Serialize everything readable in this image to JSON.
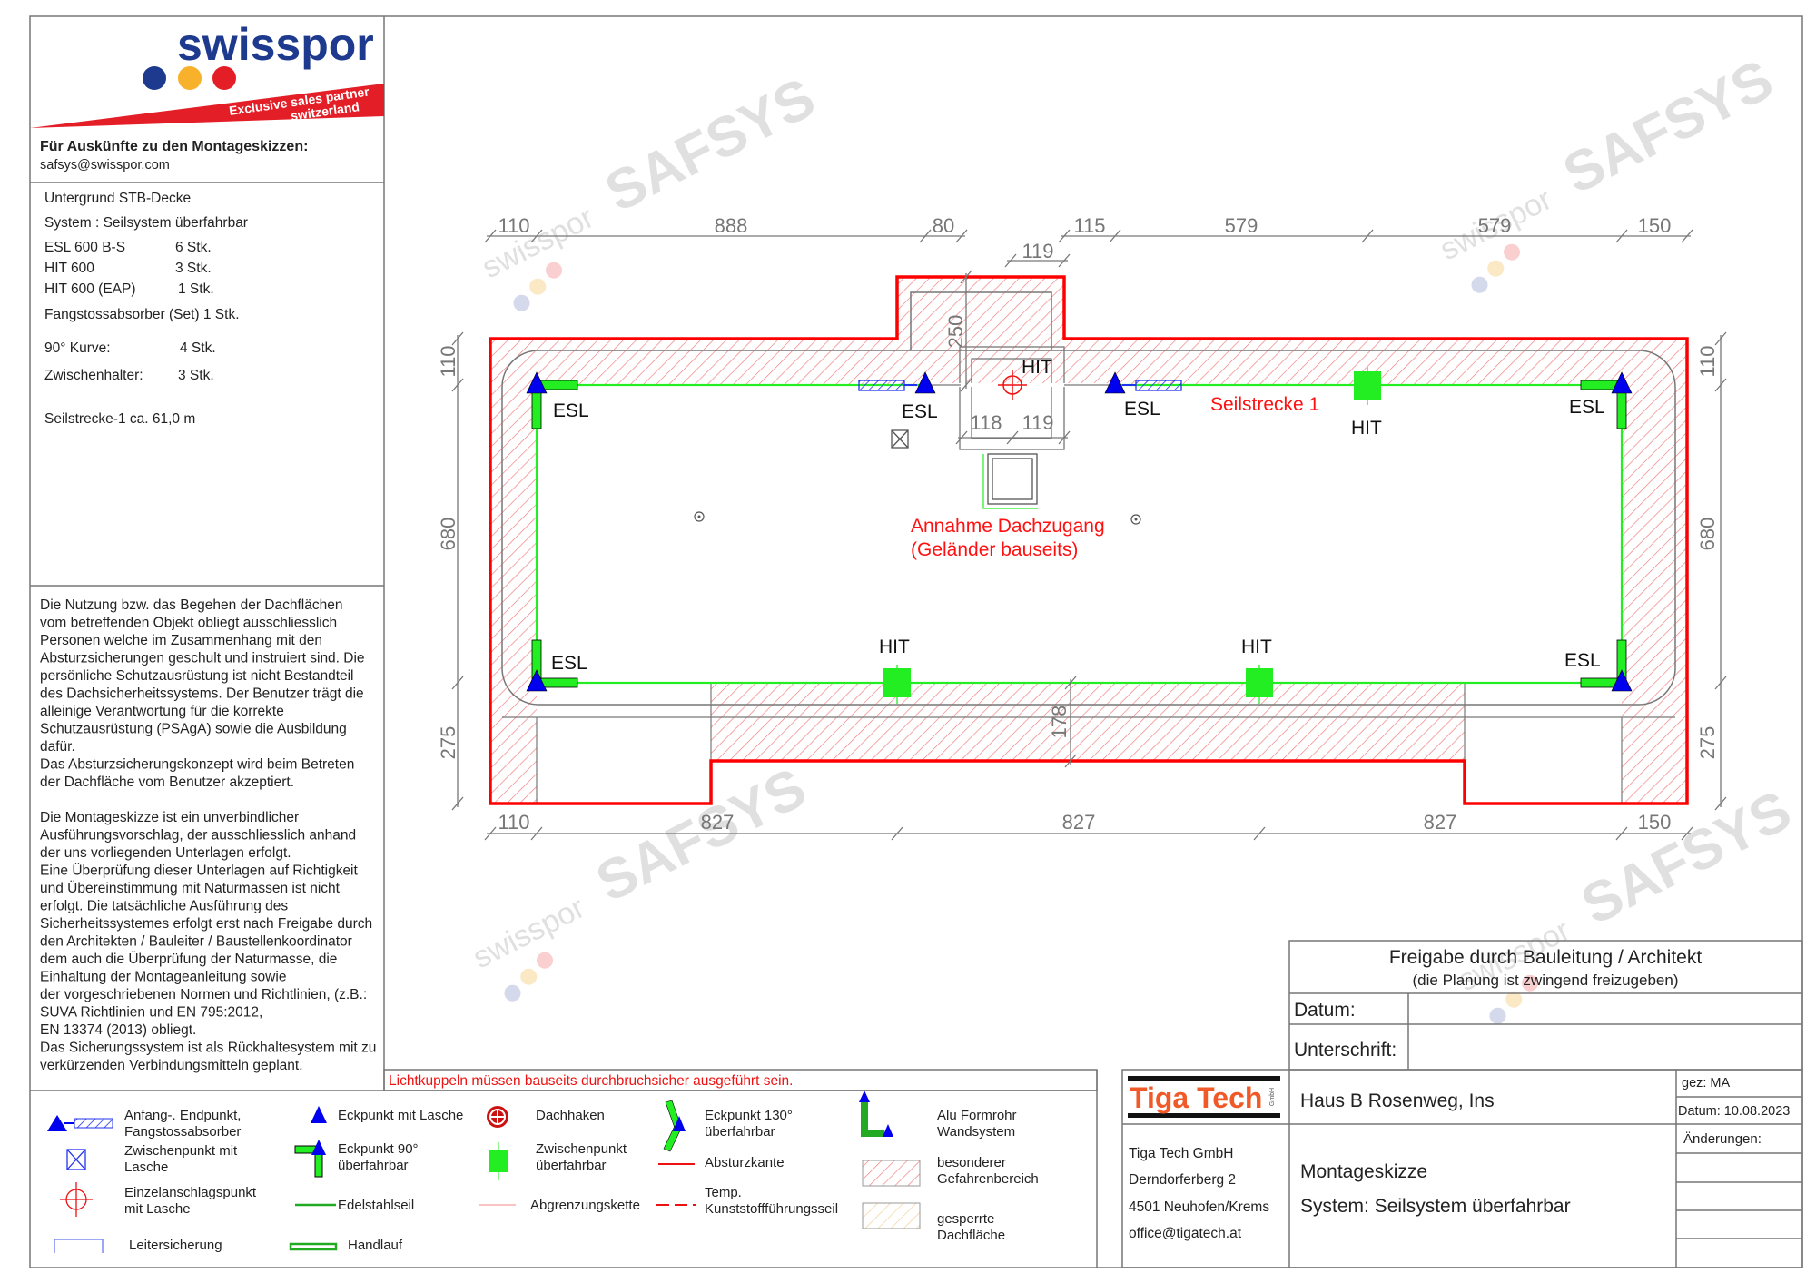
{
  "logo": {
    "brand": "swisspor",
    "tagline_1": "Exclusive sales partner",
    "tagline_2": "switzerland",
    "colors": {
      "blue": "#1d3a8f",
      "yellow": "#f7b12a",
      "red": "#e41e26"
    }
  },
  "contact": {
    "heading": "Für Auskünfte zu den Montageskizzen:",
    "email": "safsys@swisspor.com"
  },
  "info": {
    "substrate": "Untergrund STB-Decke",
    "system": "System : Seilsystem überfahrbar",
    "items": [
      {
        "name": "ESL 600 B-S",
        "qty": "6 Stk."
      },
      {
        "name": "HIT 600",
        "qty": "3 Stk."
      },
      {
        "name": "HIT 600 (EAP)",
        "qty": "1 Stk."
      }
    ],
    "absorber": "Fangstossabsorber (Set)  1 Stk.",
    "curve": {
      "name": "90° Kurve:",
      "qty": "4 Stk."
    },
    "holder": {
      "name": "Zwischenhalter:",
      "qty": "3 Stk."
    },
    "rope_length": "Seilstrecke-1 ca.  61,0 m"
  },
  "disclaimer": [
    "Die Nutzung bzw. das Begehen der Dachflächen",
    "vom betreffenden Objekt obliegt ausschliesslich",
    "Personen welche im Zusammenhang mit den",
    "Absturzsicherungen geschult und instruiert sind. Die",
    "persönliche Schutzausrüstung ist nicht Bestandteil",
    "des Dachsicherheitssystems. Der Benutzer trägt die",
    "alleinige Verantwortung für die korrekte",
    "Schutzausrüstung (PSAgA) sowie die Ausbildung",
    "dafür.",
    "Das Absturzsicherungskonzept wird beim Betreten",
    "der Dachfläche vom Benutzer akzeptiert.",
    "",
    "Die Montageskizze ist ein unverbindlicher",
    "Ausführungsvorschlag, der ausschliesslich anhand",
    "der uns vorliegenden Unterlagen erfolgt.",
    "Eine Überprüfung dieser Unterlagen auf Richtigkeit",
    "und Übereinstimmung mit Naturmassen ist nicht",
    "erfolgt. Die tatsächliche Ausführung des",
    "Sicherheitssystemes erfolgt erst nach Freigabe durch",
    "den Architekten / Bauleiter / Baustellenkoordinator",
    "dem auch die Überprüfung der Naturmasse, die",
    "Einhaltung der Montageanleitung sowie",
    "der vorgeschriebenen Normen und Richtlinien, (z.B.:",
    "SUVA Richtlinien und EN 795:2012,",
    "EN 13374 (2013) obliegt.",
    "Das Sicherungssystem ist als Rückhaltesystem mit zu",
    "verkürzenden Verbindungsmitteln geplant."
  ],
  "note_red": "Lichtkuppeln müssen bauseits durchbruchsicher ausgeführt sein.",
  "watermark": {
    "brand": "swisspor",
    "product": "SAFSYS"
  },
  "drawing": {
    "dims_top": [
      "110",
      "888",
      "80",
      "115",
      "579",
      "579",
      "150"
    ],
    "dim_hatch_top": "119",
    "dims_bottom": [
      "110",
      "827",
      "827",
      "827",
      "150"
    ],
    "dims_left": [
      "110",
      "680",
      "275"
    ],
    "dims_right": [
      "110",
      "680",
      "275"
    ],
    "dim_250": "250",
    "dim_118": "118",
    "dim_119b": "119",
    "dim_178": "178",
    "esl_label": "ESL",
    "hit_label": "HIT",
    "rope_label": "Seilstrecke 1",
    "access_1": "Annahme Dachzugang",
    "access_2": "(Geländer bauseits)",
    "colors": {
      "edge": "#ff0000",
      "rope": "#22ee22",
      "anchor": "#0000ee",
      "hatch": "#f08080"
    }
  },
  "legend": [
    {
      "lines": [
        "Anfang-. Endpunkt,",
        "Fangstossabsorber"
      ]
    },
    {
      "lines": [
        "Zwischenpunkt mit",
        "Lasche"
      ]
    },
    {
      "lines": [
        "Einzelanschlagspunkt",
        "mit Lasche"
      ]
    },
    {
      "lines": [
        "Leitersicherung"
      ]
    },
    {
      "lines": [
        "Eckpunkt mit Lasche"
      ]
    },
    {
      "lines": [
        "Eckpunkt 90°",
        "überfahrbar"
      ]
    },
    {
      "lines": [
        "Edelstahlseil"
      ]
    },
    {
      "lines": [
        "Handlauf"
      ]
    },
    {
      "lines": [
        "Dachhaken"
      ]
    },
    {
      "lines": [
        "Zwischenpunkt",
        "überfahrbar"
      ]
    },
    {
      "lines": [
        "Abgrenzungskette"
      ]
    },
    {
      "lines": [
        "Eckpunkt 130°",
        "überfahrbar"
      ]
    },
    {
      "lines": [
        "Absturzkante"
      ]
    },
    {
      "lines": [
        "Temp.",
        "Kunststoffführungsseil"
      ]
    },
    {
      "lines": [
        "Alu Formrohr",
        "Wandsystem"
      ]
    },
    {
      "lines": [
        "besonderer",
        "Gefahrenbereich"
      ]
    },
    {
      "lines": [
        "gesperrte",
        "Dachfläche"
      ]
    }
  ],
  "approval": {
    "title": "Freigabe durch Bauleitung / Architekt",
    "subtitle": "(die Planung ist zwingend freizugeben)",
    "date_label": "Datum:",
    "date_value": "",
    "signature_label": "Unterschrift:",
    "signature_value": ""
  },
  "titleblock": {
    "company_logo": "Tiga Tech",
    "company_logo_suffix": "GmbH",
    "project": "Haus B Rosenweg, Ins",
    "drawn_by": "gez: MA",
    "date": "Datum: 10.08.2023",
    "changes_label": "Änderungen:",
    "address": [
      "Tiga Tech GmbH",
      "Derndorferberg 2",
      "4501 Neuhofen/Krems",
      "office@tigatech.at"
    ],
    "doc_title": "Montageskizze",
    "doc_system": "System: Seilsystem überfahrbar",
    "logo_color": "#f05a28"
  }
}
